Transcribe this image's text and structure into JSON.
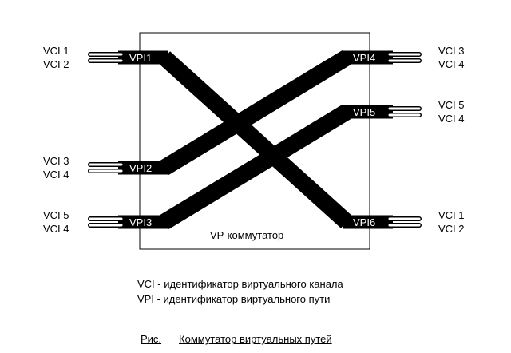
{
  "switch_label": "VP-коммутатор",
  "ports": [
    {
      "id": "VPI1",
      "label": "VPI1",
      "side": "left",
      "vci": [
        "VCI 1",
        "VCI 2"
      ]
    },
    {
      "id": "VPI2",
      "label": "VPI2",
      "side": "left",
      "vci": [
        "VCI 3",
        "VCI 4"
      ]
    },
    {
      "id": "VPI3",
      "label": "VPI3",
      "side": "left",
      "vci": [
        "VCI 5",
        "VCI 4"
      ]
    },
    {
      "id": "VPI4",
      "label": "VPI4",
      "side": "right",
      "vci": [
        "VCI 3",
        "VCI 4"
      ]
    },
    {
      "id": "VPI5",
      "label": "VPI5",
      "side": "right",
      "vci": [
        "VCI 5",
        "VCI 4"
      ]
    },
    {
      "id": "VPI6",
      "label": "VPI6",
      "side": "right",
      "vci": [
        "VCI 1",
        "VCI 2"
      ]
    }
  ],
  "connections": [
    {
      "from": "VPI1",
      "to": "VPI6"
    },
    {
      "from": "VPI2",
      "to": "VPI4"
    },
    {
      "from": "VPI3",
      "to": "VPI5"
    }
  ],
  "legend": [
    "VCI - идентификатор виртуального канала",
    "VPI - идентификатор виртуального пути"
  ],
  "caption": {
    "prefix": "Рис.",
    "title": "Коммутатор виртуальных путей"
  }
}
